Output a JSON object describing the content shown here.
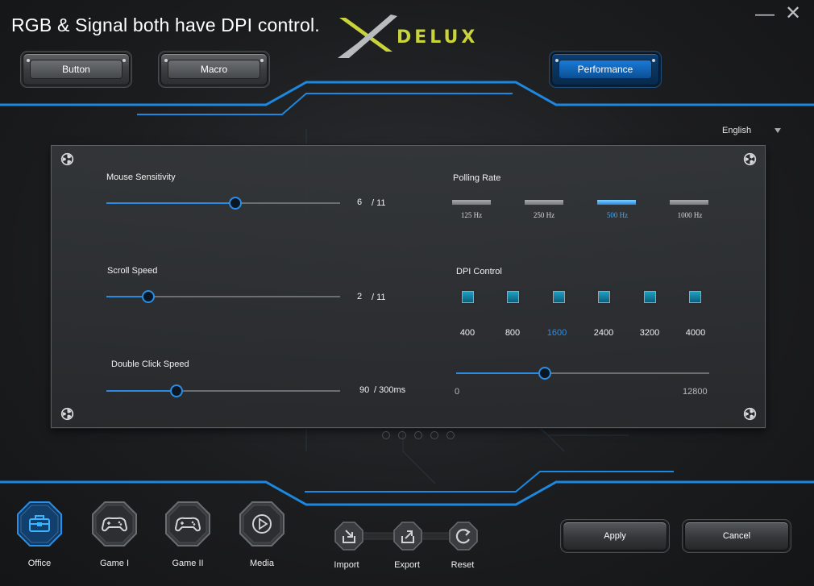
{
  "header": {
    "caption": "RGB & Signal both have DPI control.",
    "brand": "DELUX",
    "minimize_glyph": "—",
    "close_glyph": "✕"
  },
  "tabs": [
    {
      "label": "Button",
      "active": false
    },
    {
      "label": "Macro",
      "active": false
    },
    {
      "label": "Performance",
      "active": true
    }
  ],
  "language": {
    "selected": "English"
  },
  "panel": {
    "mouse_sensitivity": {
      "label": "Mouse Sensitivity",
      "value": "6",
      "max": "/ 11",
      "level": 0.55
    },
    "scroll_speed": {
      "label": "Scroll Speed",
      "value": "2",
      "max": "/ 11",
      "level": 0.18
    },
    "double_click": {
      "label": "Double Click Speed",
      "value": "90",
      "max": "/ 300ms",
      "level": 0.3
    },
    "polling_rate": {
      "label": "Polling Rate",
      "options": [
        "125 Hz",
        "250 Hz",
        "500 Hz",
        "1000 Hz"
      ],
      "selected": "500 Hz"
    },
    "dpi_control": {
      "label": "DPI Control",
      "levels": [
        "400",
        "800",
        "1600",
        "2400",
        "3200",
        "4000"
      ],
      "selected": "1600",
      "min": "0",
      "max": "12800",
      "level": 0.35
    }
  },
  "profiles": [
    {
      "label": "Office",
      "icon": "toolbox-icon",
      "active": true
    },
    {
      "label": "Game I",
      "icon": "gamepad-icon",
      "active": false
    },
    {
      "label": "Game II",
      "icon": "gamepad-icon",
      "active": false
    },
    {
      "label": "Media",
      "icon": "play-icon",
      "active": false
    }
  ],
  "actions": [
    {
      "label": "Import",
      "icon": "import-icon"
    },
    {
      "label": "Export",
      "icon": "export-icon"
    },
    {
      "label": "Reset",
      "icon": "reset-icon"
    }
  ],
  "footer": {
    "apply_label": "Apply",
    "cancel_label": "Cancel"
  },
  "colors": {
    "accent": "#1e8fe6",
    "brand": "#c9d33a"
  }
}
